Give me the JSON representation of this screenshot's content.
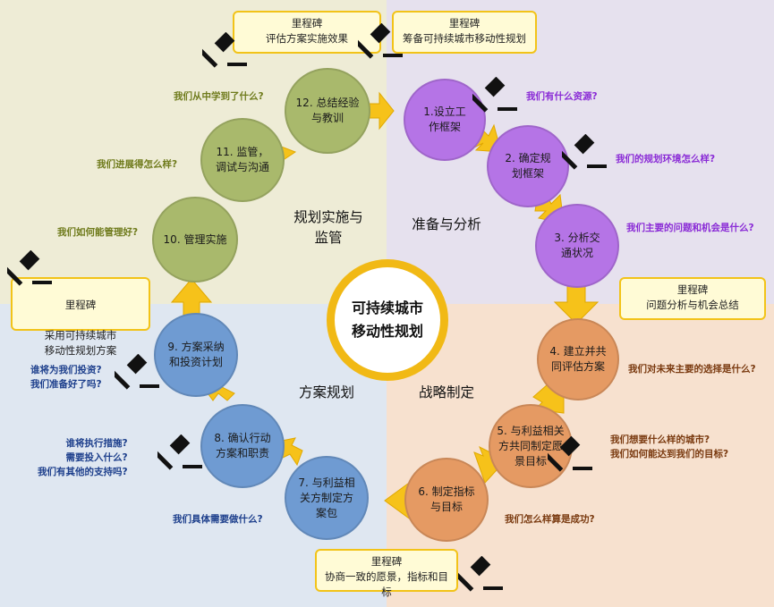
{
  "steps": [
    {
      "n": "1",
      "label": "1.设立工\n作框架"
    },
    {
      "n": "2",
      "label": "2. 确定规\n划框架"
    },
    {
      "n": "3",
      "label": "3. 分析交\n通状况"
    },
    {
      "n": "4",
      "label": "4. 建立并共\n同评估方案"
    },
    {
      "n": "5",
      "label": "5. 与利益相关\n方共同制定愿\n景目标"
    },
    {
      "n": "6",
      "label": "6. 制定指标\n与目标"
    },
    {
      "n": "7",
      "label": "7. 与利益相\n关方制定方\n案包"
    },
    {
      "n": "8",
      "label": "8. 确认行动\n方案和职责"
    },
    {
      "n": "9",
      "label": "9. 方案采纳\n和投资计划"
    },
    {
      "n": "10",
      "label": "10. 管理实施"
    },
    {
      "n": "11",
      "label": "11. 监管，\n调试与沟通"
    },
    {
      "n": "12",
      "label": "12. 总结经验\n与教训"
    }
  ],
  "questions": {
    "q1": "我们有什么资源?",
    "q2": "我们的规划环境怎么样?",
    "q3": "我们主要的问题和机会是什么?",
    "q4": "我们对未来主要的选择是什么?",
    "q5": "我们想要什么样的城市?\n我们如何能达到我们的目标?",
    "q6": "我们怎么样算是成功?",
    "q7": "我们具体需要做什么?",
    "q8": "谁将执行措施?\n需要投入什么?\n我们有其他的支持吗?",
    "q9": "谁将为我们投资?\n我们准备好了吗?",
    "q10": "我们如何能管理好?",
    "q11": "我们进展得怎么样?",
    "q12": "我们从中学到了什么?"
  },
  "milestones": [
    {
      "title": "里程碑",
      "text": "评估方案实施效果"
    },
    {
      "title": "里程碑",
      "text": "筹备可持续城市移动性规划"
    },
    {
      "title": "里程碑",
      "text": "问题分析与机会总结"
    },
    {
      "title": "里程碑",
      "text": "协商一致的愿景，指标和目标"
    },
    {
      "title": "里程碑",
      "text": "采用可持续城市\n移动性规划方案"
    }
  ],
  "phases": {
    "implement": "规划实施与\n监管",
    "prepare": "准备与分析",
    "plan": "方案规划",
    "strategy": "战略制定"
  },
  "center": "可持续城市\n移动性规划",
  "colors": {
    "green": "#a9b96c",
    "purple": "#b574e6",
    "orange": "#e59a63",
    "blue": "#6f9bd2",
    "arrow": "#f6c21a",
    "q_green": "#6f7b1c",
    "q_purple": "#8a2bd6",
    "q_blue": "#1d3f8c",
    "q_orange": "#7a3a10"
  }
}
